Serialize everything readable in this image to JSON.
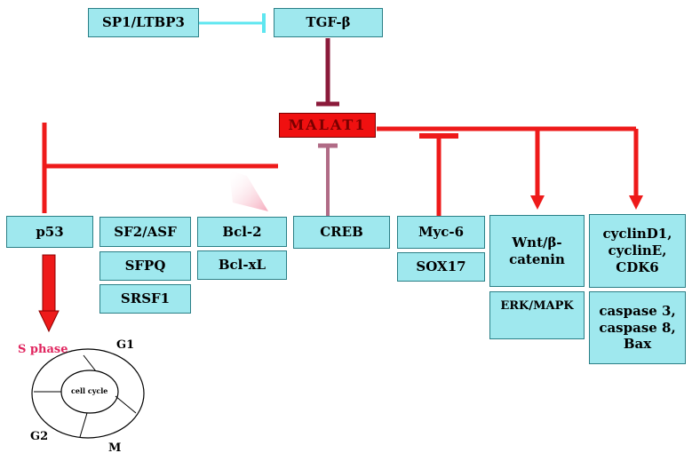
{
  "nodes": {
    "sp1_ltbp3": "SP1/LTBP3",
    "tgf_beta": "TGF-β",
    "malat1": "MALAT1",
    "p53": "p53",
    "sf2_asf": "SF2/ASF",
    "sfpq": "SFPQ",
    "srsf1": "SRSF1",
    "bcl2": "Bcl-2",
    "bclxl": "Bcl-xL",
    "creb": "CREB",
    "myc6": "Myc-6",
    "sox17": "SOX17",
    "wnt": "Wnt/β-\ncatenin",
    "erk_mapk": "ERK/MAPK",
    "cyclins": "cyclinD1,\ncyclinE,\nCDK6",
    "caspases": "caspase 3,\ncaspase 8,\nBax"
  },
  "cell_cycle": {
    "center": "cell cycle",
    "s_phase": "S phase",
    "g1": "G1",
    "g2": "G2",
    "m": "M"
  },
  "colors": {
    "box_fill": "#9fe8ee",
    "malat1_fill": "#f01010",
    "activation": "#ee1a1a",
    "inhibition_tgf": "#8b1a3a",
    "inhibition_sp1": "#5ee6f0",
    "creb_link": "#b06b86",
    "s_phase_label": "#e0245e"
  }
}
